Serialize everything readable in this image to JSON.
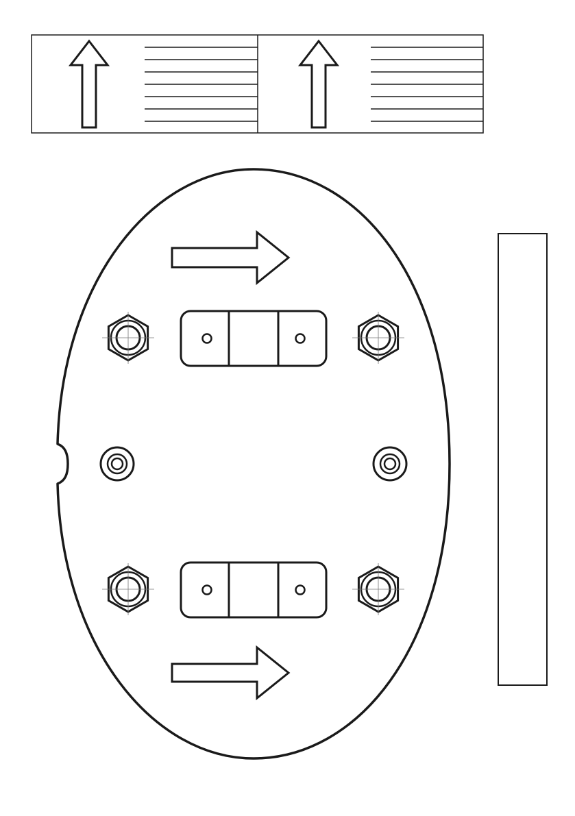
{
  "colors": {
    "line": "#1a1a1a",
    "background": "#ffffff",
    "guide": "#555555"
  },
  "label_sheet": {
    "panels": [
      {
        "arrow_direction": "up",
        "blank_lines": 7
      },
      {
        "arrow_direction": "up",
        "blank_lines": 7
      }
    ]
  },
  "base_plate": {
    "shape": "oval",
    "side_notch": "left",
    "direction_arrows": [
      "right",
      "right"
    ],
    "hex_nuts": 4,
    "mounting_brackets": 2,
    "round_bosses": 2
  },
  "side_strip": {
    "shape": "rectangle"
  }
}
